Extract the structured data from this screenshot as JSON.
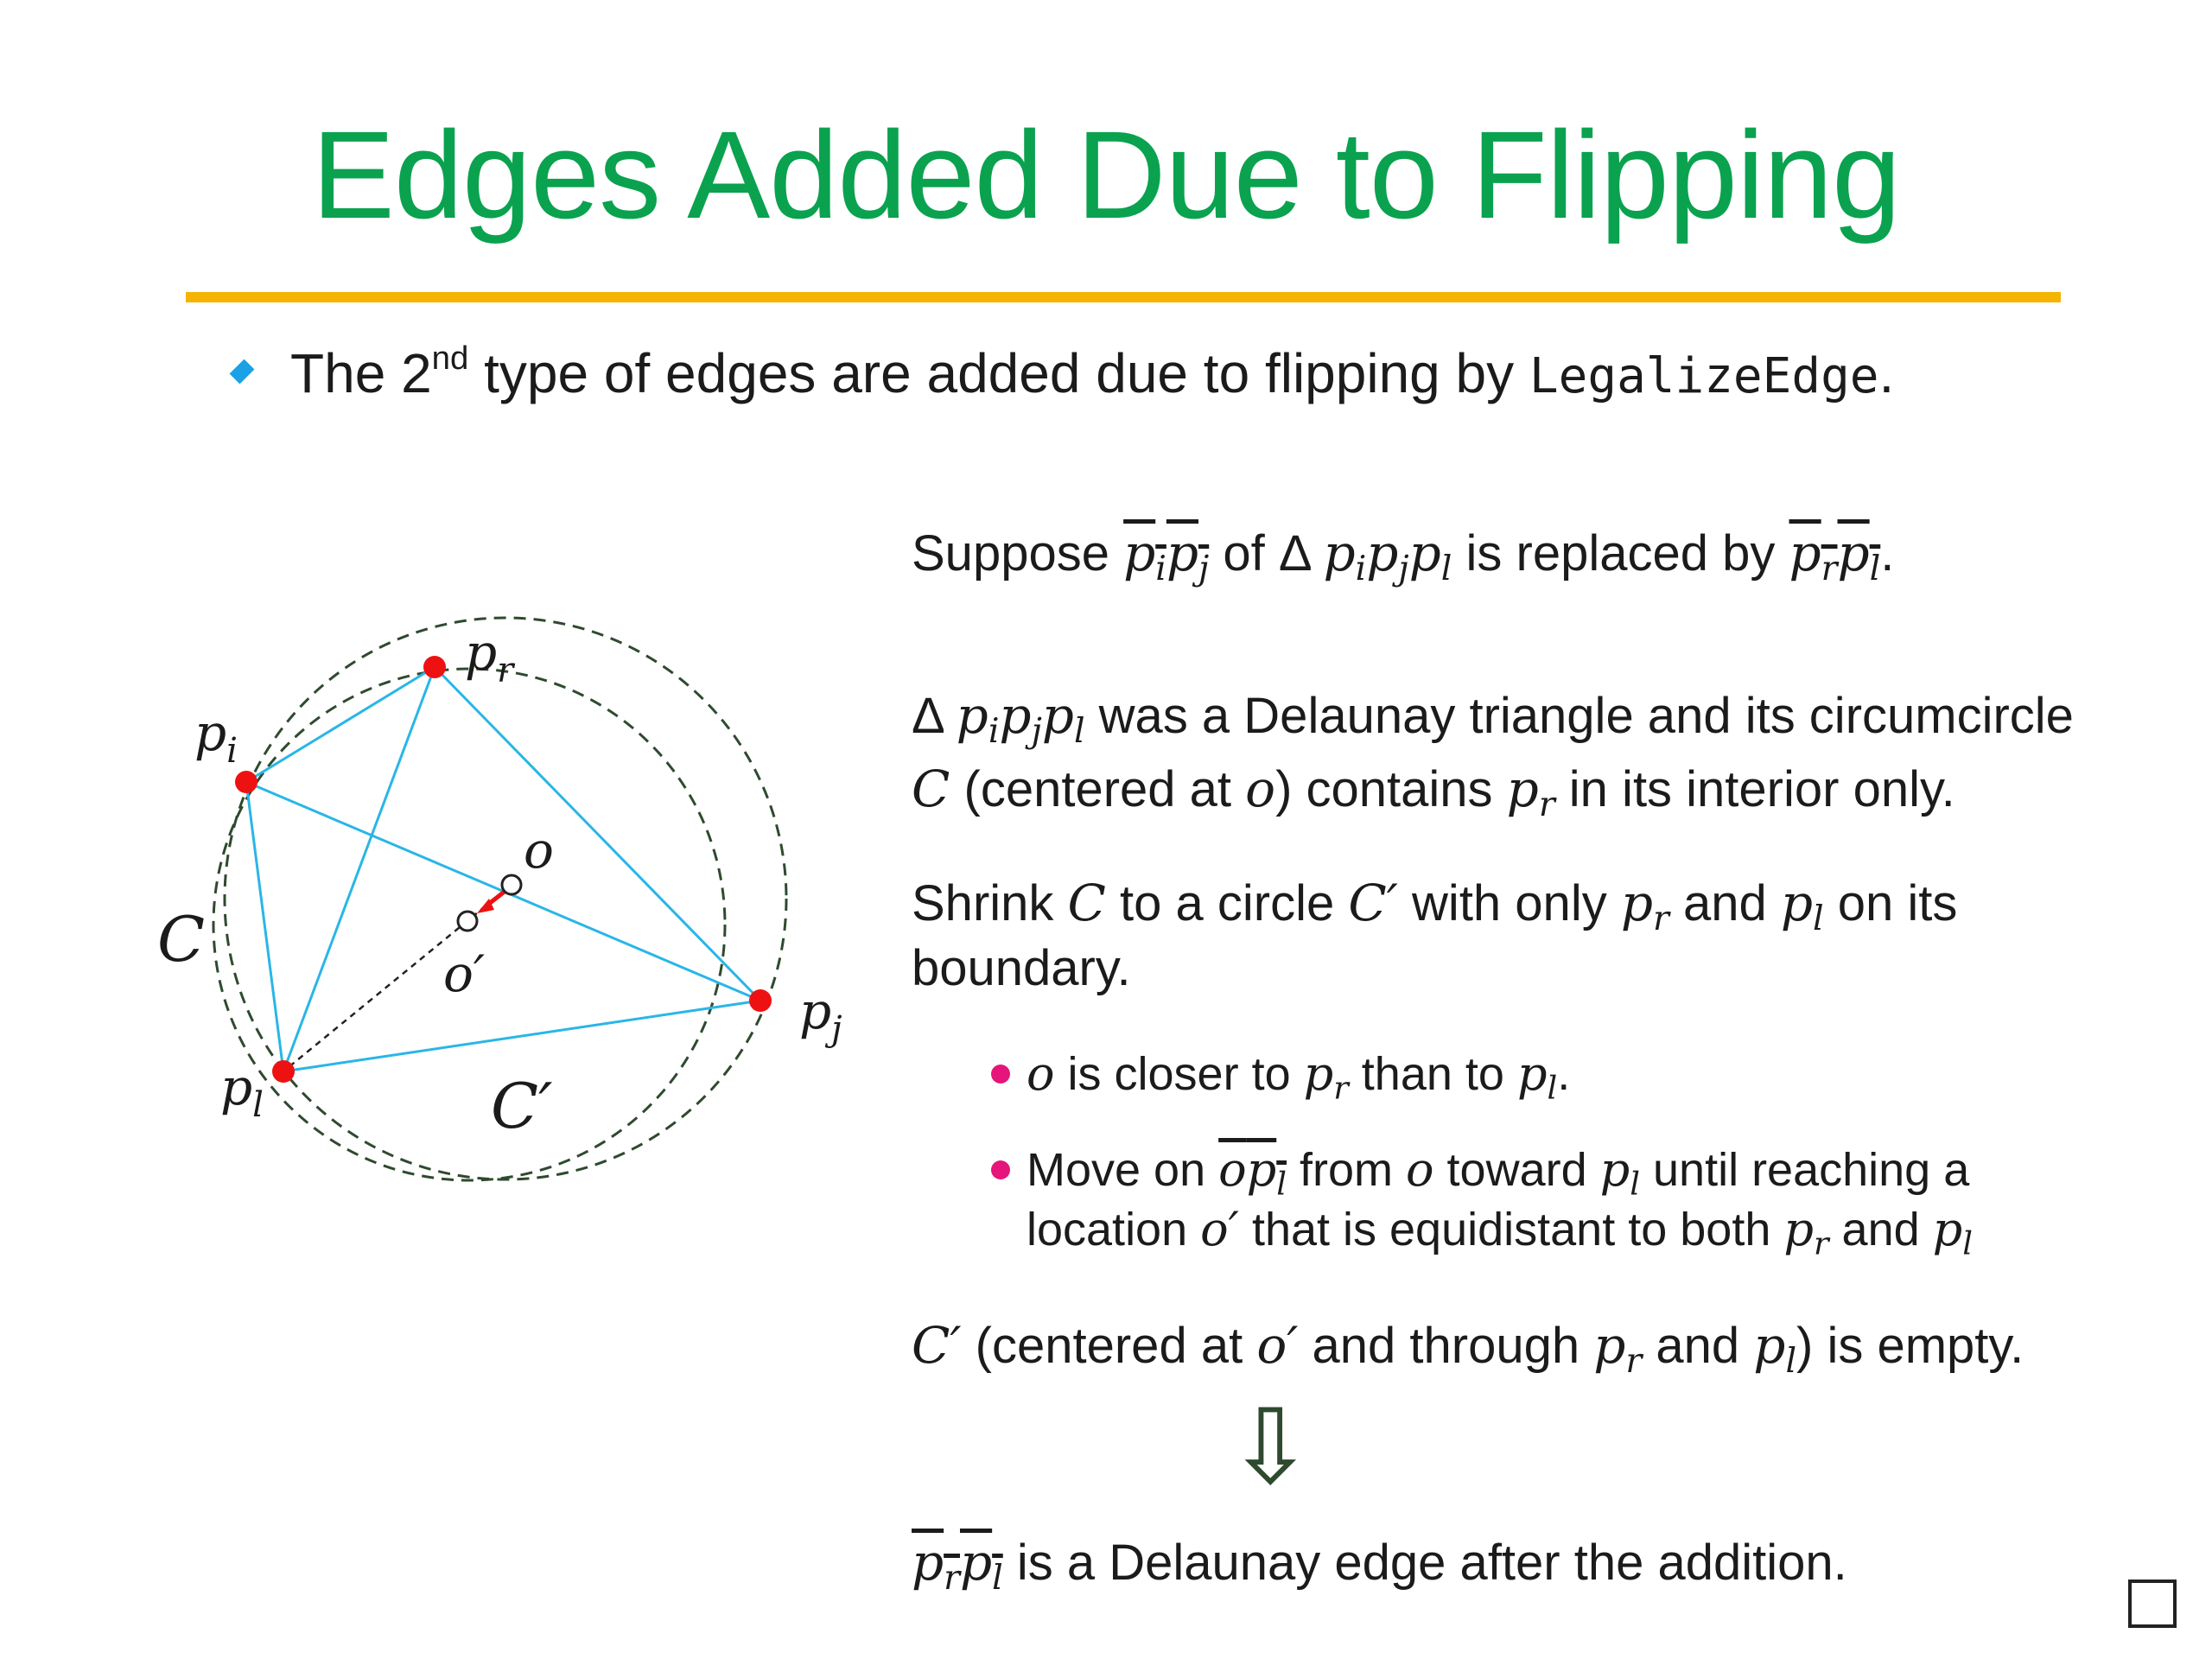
{
  "title": "Edges Added Due to Flipping",
  "bullet": {
    "pre": "The 2",
    "sup": "nd",
    "post": " type of edges are added due to flipping by ",
    "code": "LegalizeEdge",
    "end": "."
  },
  "text": {
    "suppose": "Suppose",
    "of_delta": "of Δ",
    "is_replaced_by": "is replaced by",
    "delta": "Δ",
    "was_delaunay": "was a Delaunay triangle and its circumcircle",
    "centered_at": "(centered at",
    "contains": ") contains",
    "interior_only": "in its interior only.",
    "shrink": "Shrink",
    "to_circle": "to a circle",
    "with_only": "with only",
    "and": "and",
    "on_its": "on its",
    "boundary": "boundary.",
    "is_closer": "is closer to",
    "than_to": "than to",
    "move_on": "Move on",
    "from": "from",
    "toward": "toward",
    "until_reaching": "until reaching a",
    "location": "location",
    "equidistant": "that is equidistant to both",
    "centered_at2": "(centered at",
    "and_through": "and through",
    "is_empty": ") is empty.",
    "arrow": "⇩",
    "conclusion": "is a Delaunay edge after the addition."
  },
  "math": {
    "p": "p",
    "i": "i",
    "j": "j",
    "l": "l",
    "r": "r",
    "C": "C",
    "C_prime": "C′",
    "o": "o",
    "o_prime": "o′"
  },
  "diagram": {
    "labels": {
      "p_r": "p",
      "p_r_sub": "r",
      "p_i": "p",
      "p_i_sub": "i",
      "p_j": "p",
      "p_j_sub": "j",
      "p_l": "p",
      "p_l_sub": "l",
      "o": "o",
      "o_prime": "o′",
      "C": "C",
      "C_prime": "C′"
    },
    "colors": {
      "edge": "#29b6e6",
      "vertex": "#ee1111",
      "circle": "#2f4a2f",
      "arrow": "#ee1111"
    }
  },
  "colors": {
    "title": "#0aa24f",
    "rule": "#f4b400",
    "bullet_diamond": "#1aa1e6",
    "sub_bullet": "#e5157a"
  }
}
